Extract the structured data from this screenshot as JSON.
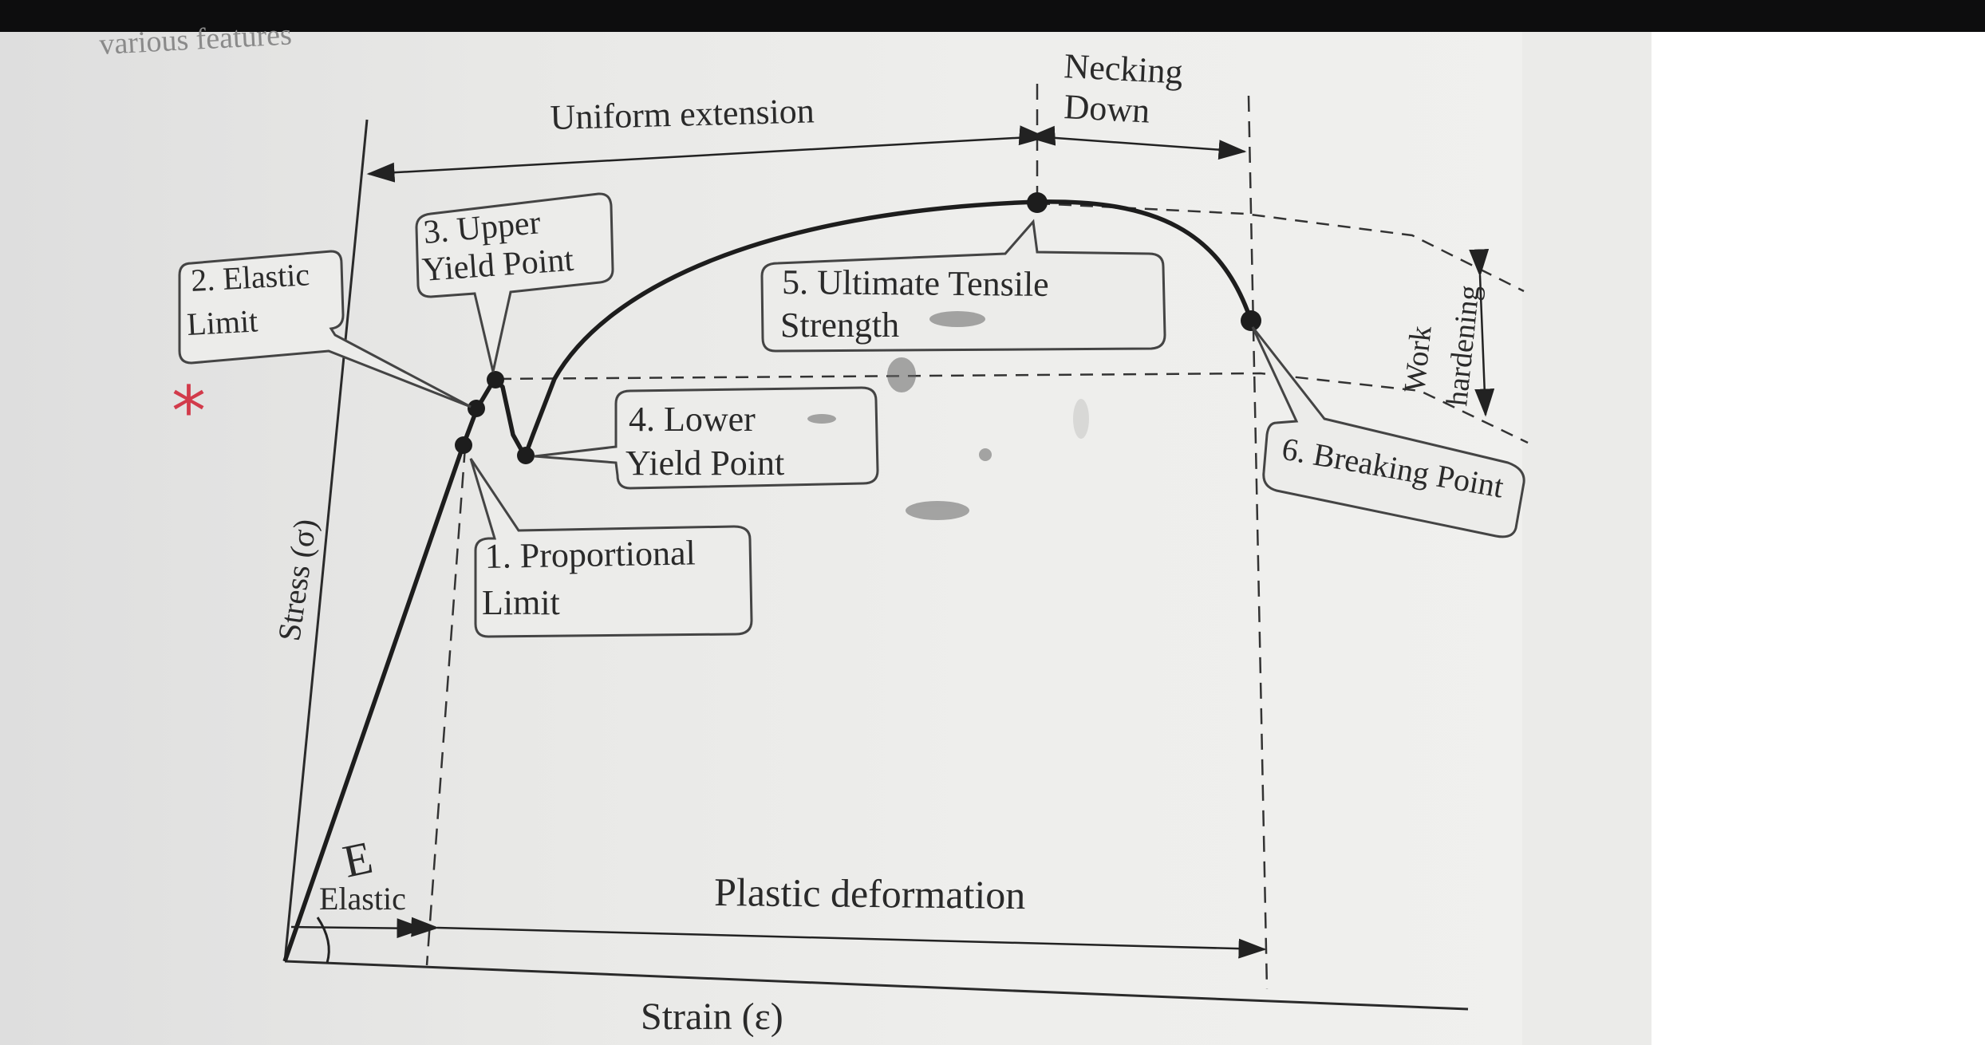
{
  "header_text": "various features",
  "labels": {
    "uniform_extension": "Uniform extension",
    "necking_line1": "Necking",
    "necking_line2": "Down",
    "elastic_limit_l1": "2. Elastic",
    "elastic_limit_l2": "Limit",
    "upper_yield_l1": "3. Upper",
    "upper_yield_l2": "Yield Point",
    "uts_l1": "5. Ultimate Tensile",
    "uts_l2": "Strength",
    "lower_yield_l1": "4. Lower",
    "lower_yield_l2": "Yield Point",
    "proportional_l1": "1. Proportional",
    "proportional_l2": "Limit",
    "breaking_point": "6. Breaking Point",
    "work_hardening_l1": "Work",
    "work_hardening_l2": "hardening",
    "stress_axis": "Stress (σ)",
    "strain_axis": "Strain (ε)",
    "elastic": "Elastic",
    "plastic_deformation": "Plastic deformation",
    "modulus": "E"
  },
  "annotations": {
    "asterisk": "*"
  },
  "colors": {
    "ink": "#222222",
    "asterisk": "#d23a4a",
    "paper": "#ececea",
    "topbar": "#0d0d0e"
  }
}
